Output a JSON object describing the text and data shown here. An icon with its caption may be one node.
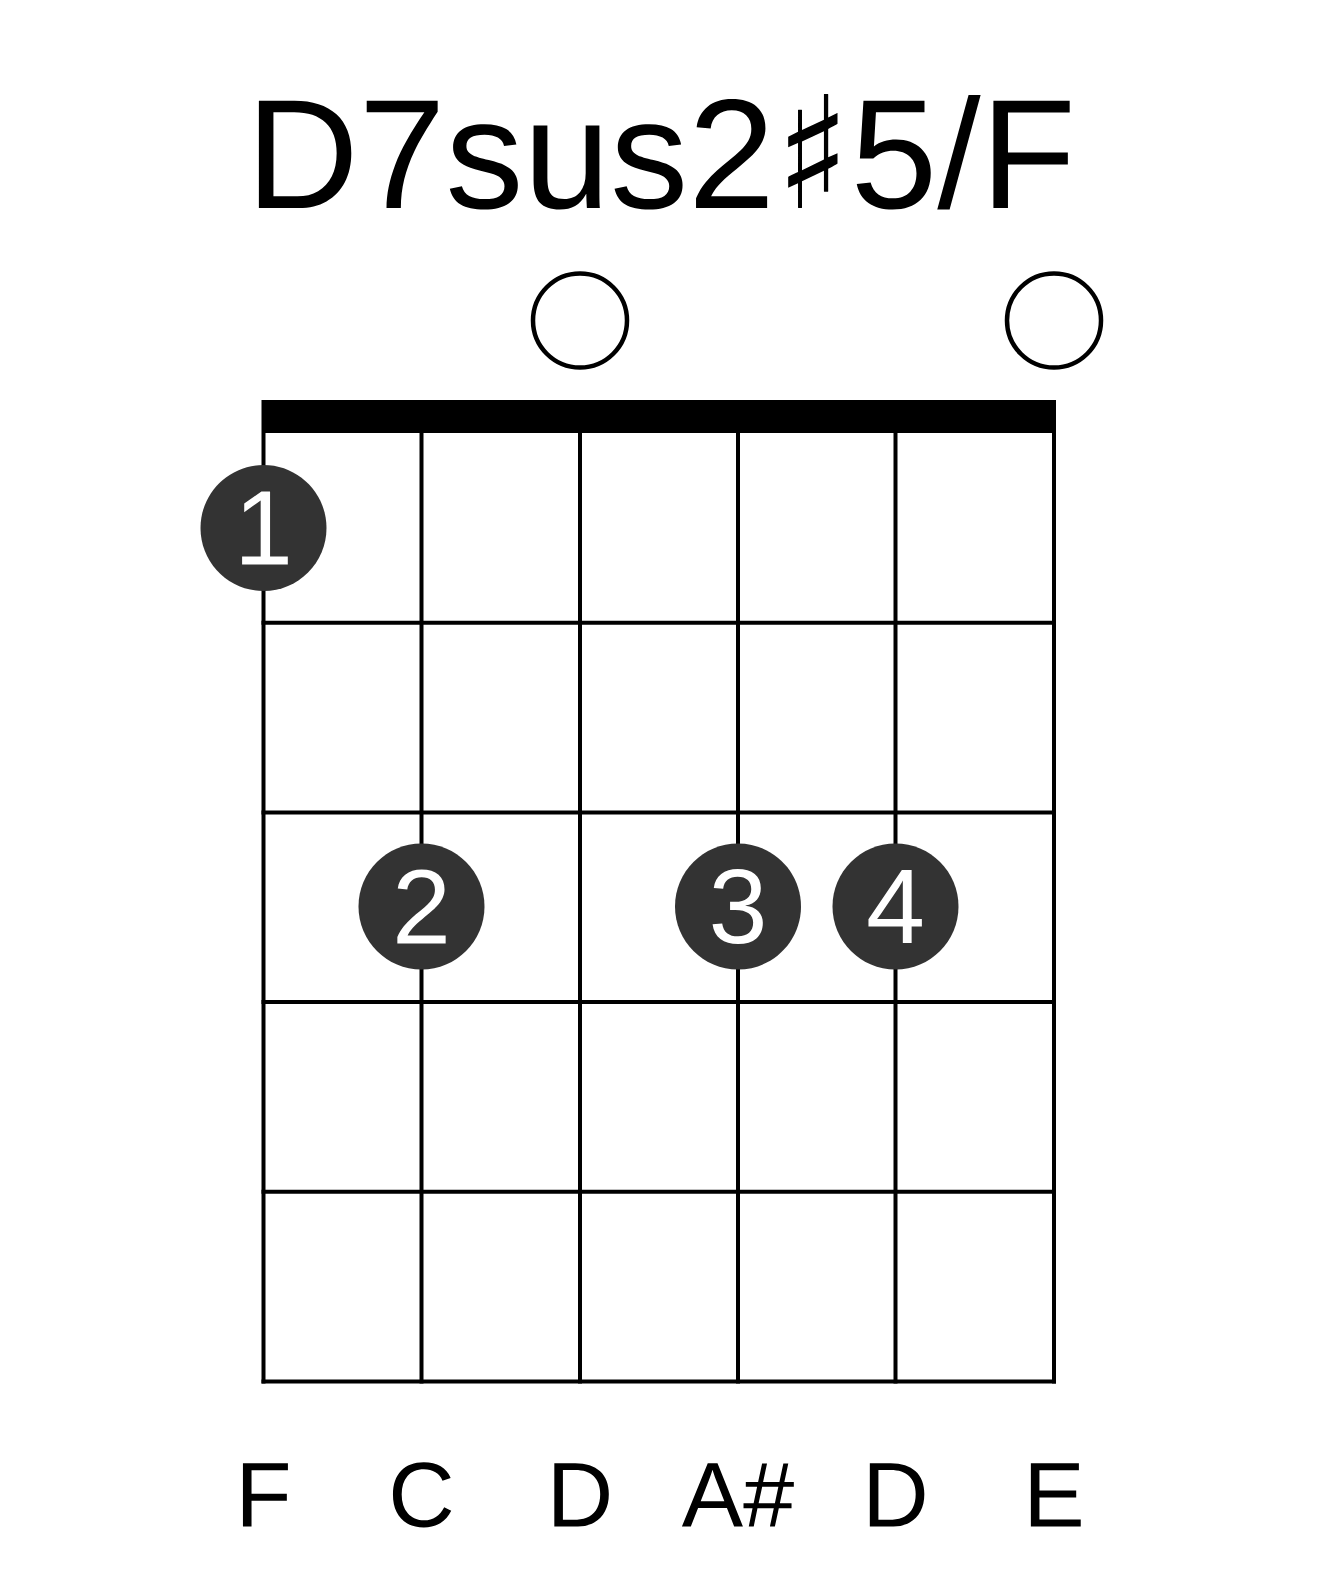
{
  "diagram": {
    "title": "D7sus2♯5/F",
    "nodes": [
      {
        "text": [],
        "shape": "circle"
      },
      {
        "text": [],
        "shape": "circle"
      },
      {
        "text": [
          "1"
        ]
      },
      {
        "text": [
          "2"
        ]
      },
      {
        "text": [
          "3"
        ]
      },
      {
        "text": [
          "4"
        ]
      }
    ],
    "labels": [
      "F",
      "C",
      "D",
      "A#",
      "D",
      "E"
    ]
  }
}
